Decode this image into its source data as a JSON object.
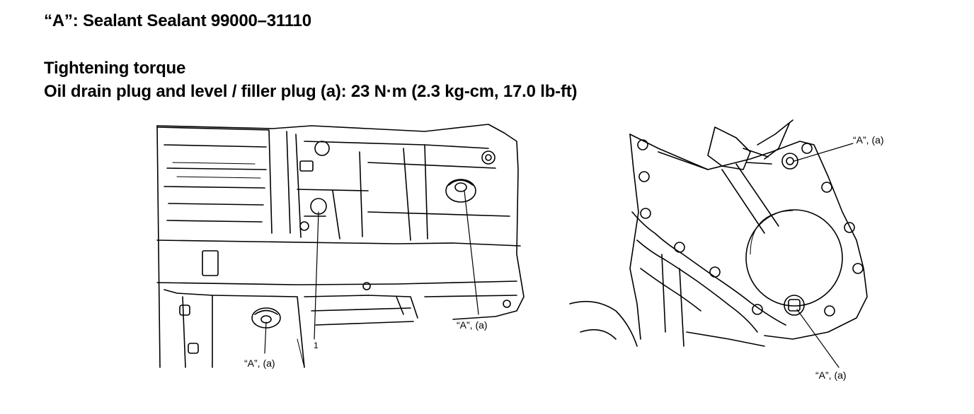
{
  "sealant_line": "“A”:  Sealant Sealant 99000–31110",
  "torque_heading": "Tightening torque",
  "torque_spec": "Oil drain plug and level / filler plug (a):  23 N·m (2.3 kg-cm, 17.0 lb-ft)",
  "left_figure": {
    "callout_upper_right": "“A”, (a)",
    "callout_lower_left": "“A”, (a)",
    "callout_part_number": "1"
  },
  "right_figure": {
    "callout_top": "“A”, (a)",
    "callout_bottom": "“A”, (a)"
  }
}
